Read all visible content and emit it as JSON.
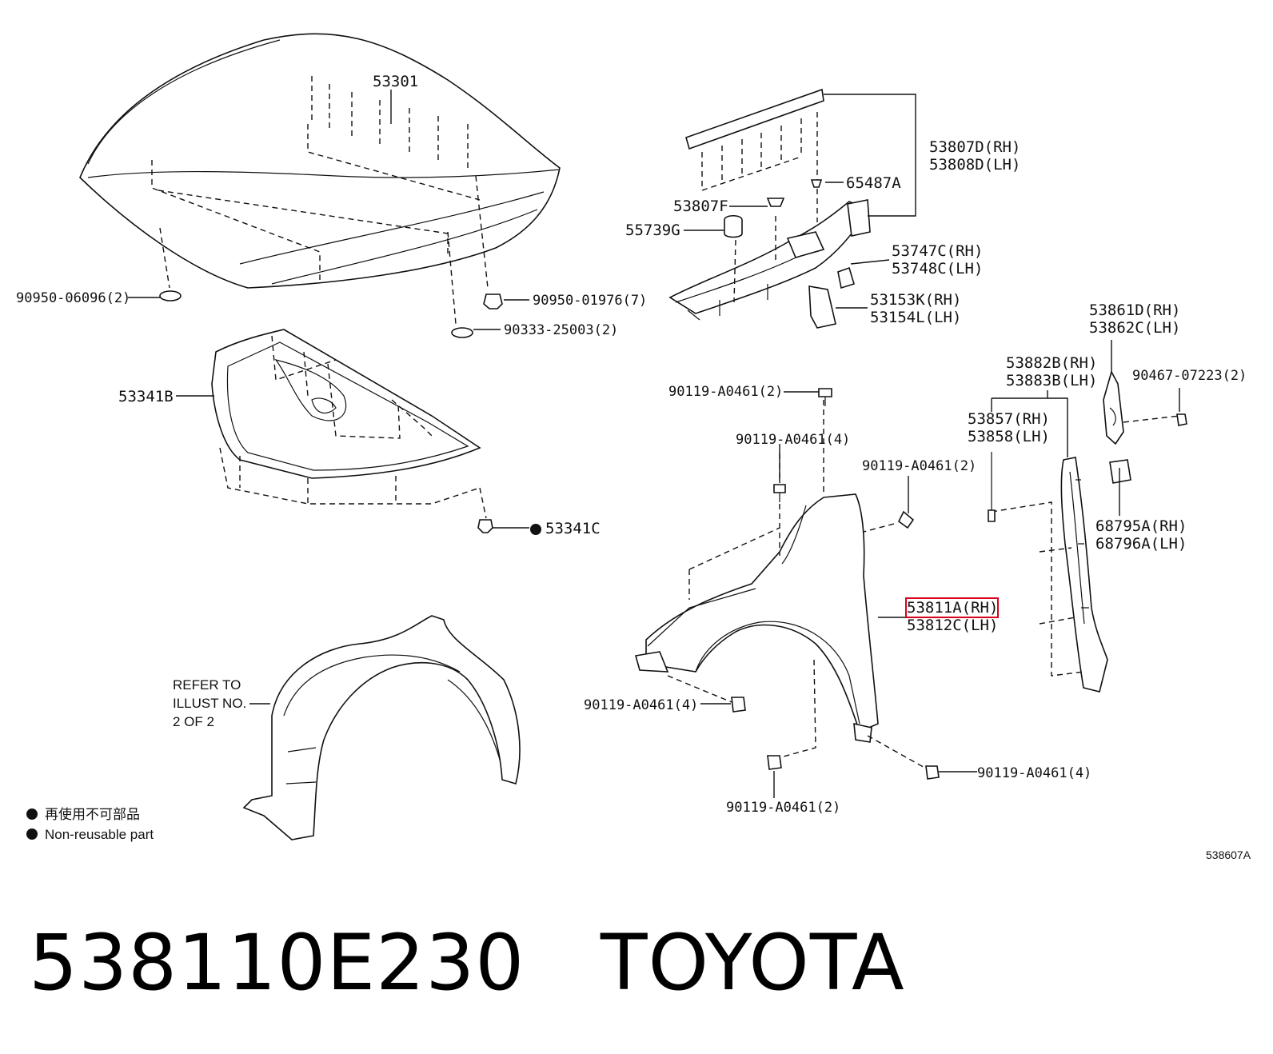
{
  "diagram": {
    "labels": {
      "hood": "53301",
      "hood_grommet": "90950-06096(2)",
      "hood_clip": "90950-01976(7)",
      "hood_plug": "90333-25003(2)",
      "insulator": "53341B",
      "insulator_clip": "53341C",
      "cowl_seal_rh": "53807D(RH)",
      "cowl_seal_lh": "53808D(LH)",
      "cowl_clip": "65487A",
      "cowl_retainer": "53807F",
      "cowl_cushion": "55739G",
      "cowl_bracket_rh": "53747C(RH)",
      "cowl_bracket_lh": "53748C(LH)",
      "cowl_seal2_rh": "53153K(RH)",
      "cowl_seal2_lh": "53154L(LH)",
      "rear_seal_rh": "53861D(RH)",
      "rear_seal_lh": "53862C(LH)",
      "rear_nut": "90467-07223(2)",
      "protector_rh": "53882B(RH)",
      "protector_lh": "53883B(LH)",
      "liner_rh": "53857(RH)",
      "liner_lh": "53858(LH)",
      "pad_rh": "68795A(RH)",
      "pad_lh": "68796A(LH)",
      "bolt_top": "90119-A0461(2)",
      "bolt_mid": "90119-A0461(4)",
      "bolt_right": "90119-A0461(2)",
      "bolt_front": "90119-A0461(4)",
      "bolt_bottom": "90119-A0461(2)",
      "bolt_rear": "90119-A0461(4)",
      "fender_rh": "53811A(RH)",
      "fender_lh": "53812C(LH)",
      "refer_line1": "REFER TO",
      "refer_line2": "ILLUST NO.",
      "refer_line3": "2 OF 2",
      "legend_cn": "再使用不可部品",
      "legend_en": "Non-reusable part",
      "illust_no": "538607A"
    },
    "highlight_color": "#d9001b"
  },
  "footer": {
    "title": "538110E230   TOYOTA"
  }
}
